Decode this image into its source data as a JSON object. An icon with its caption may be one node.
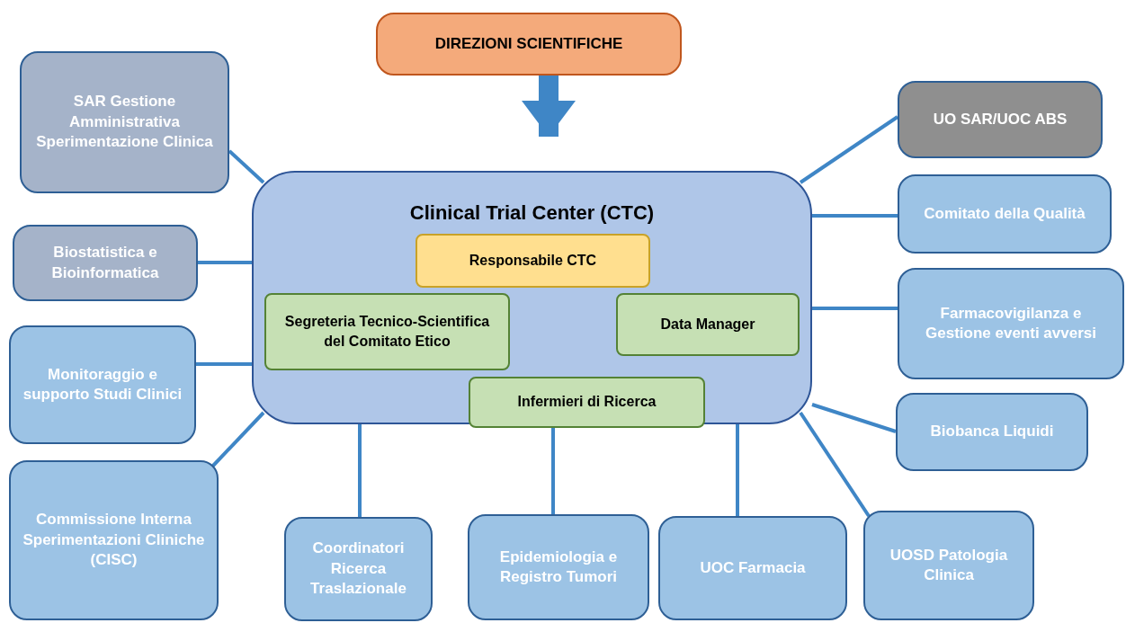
{
  "diagram": {
    "nodes": [
      {
        "text": [
          "DIREZIONI SCIENTIFICHE"
        ]
      },
      {
        "text": [
          "SAR Gestione Amministrativa Sperimentazione Clinica"
        ]
      },
      {
        "text": [
          "Biostatistica e Bioinformatica"
        ]
      },
      {
        "text": [
          "Monitoraggio e supporto Studi Clinici"
        ]
      },
      {
        "text": [
          "Commissione Interna Sperimentazioni Cliniche (CISC)"
        ]
      },
      {
        "text": [
          "Clinical Trial Center (CTC)"
        ]
      },
      {
        "text": [
          "Responsabile CTC"
        ],
        "in": 5
      },
      {
        "text": [
          "Segreteria Tecnico-Scientifica del Comitato Etico"
        ],
        "in": 5
      },
      {
        "text": [
          "Data Manager"
        ],
        "in": 5
      },
      {
        "text": [
          "Infermieri di Ricerca"
        ],
        "in": 5
      },
      {
        "text": [
          "UO SAR/UOC ABS"
        ]
      },
      {
        "text": [
          "Comitato della Qualità"
        ]
      },
      {
        "text": [
          "Farmacovigilanza e Gestione eventi avversi"
        ]
      },
      {
        "text": [
          "Biobanca Liquidi"
        ]
      },
      {
        "text": [
          "Coordinatori Ricerca Traslazionale"
        ]
      },
      {
        "text": [
          "Epidemiologia e Registro Tumori"
        ]
      },
      {
        "text": [
          "UOC Farmacia"
        ]
      },
      {
        "text": [
          "UOSD Patologia Clinica"
        ]
      }
    ],
    "edges": [
      {
        "from": 0,
        "to": 5,
        "arrow": "to",
        "style": "thick"
      },
      {
        "from": 1,
        "to": 5,
        "arrow": "none"
      },
      {
        "from": 2,
        "to": 5,
        "arrow": "none"
      },
      {
        "from": 3,
        "to": 5,
        "arrow": "none"
      },
      {
        "from": 4,
        "to": 5,
        "arrow": "none"
      },
      {
        "from": 10,
        "to": 5,
        "arrow": "none"
      },
      {
        "from": 11,
        "to": 5,
        "arrow": "none"
      },
      {
        "from": 12,
        "to": 5,
        "arrow": "none"
      },
      {
        "from": 13,
        "to": 5,
        "arrow": "none"
      },
      {
        "from": 14,
        "to": 5,
        "arrow": "none"
      },
      {
        "from": 15,
        "to": 5,
        "arrow": "none"
      },
      {
        "from": 16,
        "to": 5,
        "arrow": "none"
      },
      {
        "from": 17,
        "to": 5,
        "arrow": "none"
      }
    ]
  }
}
